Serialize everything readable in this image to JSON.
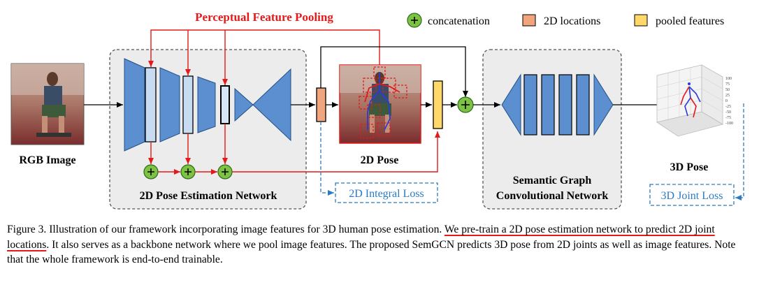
{
  "figure": {
    "title_pooling": "Perceptual Feature Pooling",
    "legend": {
      "concatenation": "concatenation",
      "locations": "2D locations",
      "pooled": "pooled features"
    },
    "labels": {
      "rgb_image": "RGB Image",
      "pose_net": "2D Pose Estimation Network",
      "pose2d": "2D Pose",
      "integral_loss": "2D Integral Loss",
      "semgcn_line1": "Semantic Graph",
      "semgcn_line2": "Convolutional Network",
      "pose3d": "3D Pose",
      "joint_loss": "3D Joint Loss"
    },
    "axis_ticks": {
      "right_side": [
        "100",
        "75",
        "50",
        "25",
        "0",
        "-25",
        "-50",
        "-75",
        "-100"
      ]
    }
  },
  "caption": {
    "lead": "Figure 3. Illustration of our framework incorporating image features for 3D human pose estimation.",
    "underlined": "We pre-train a 2D pose estimation network to predict 2D joint locations",
    "after_underline": ". It also serves as a backbone network where we pool image features. The proposed SemGCN predicts 3D pose from 2D joints as well as image features. Note that the whole framework is end-to-end trainable."
  },
  "colors": {
    "red": "#e41a1a",
    "blue_block": "#5b8fcf",
    "light_block": "#c7dcf0",
    "orange": "#f0a57c",
    "yellow": "#ffd86a",
    "green": "#7dc242",
    "dashed_blue": "#2b7bc4",
    "panel_bg": "#ececec"
  }
}
